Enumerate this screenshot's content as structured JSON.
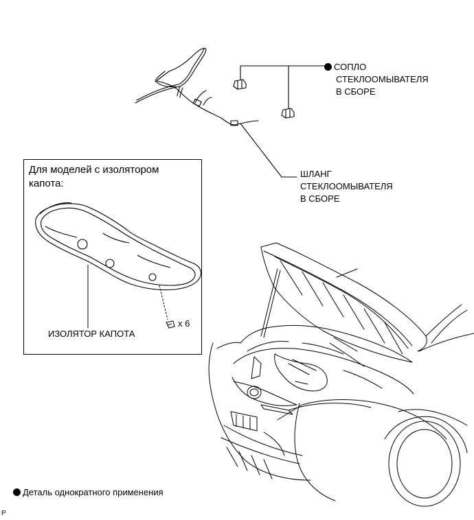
{
  "nozzle_label": [
    "СОПЛО",
    "СТЕКЛООМЫВАТЕЛЯ",
    "В СБОРЕ"
  ],
  "hose_label": [
    "ШЛАНГ",
    "СТЕКЛООМЫВАТЕЛЯ",
    "В СБОРЕ"
  ],
  "inset": {
    "title_line1": "Для моделей с изолятором",
    "title_line2": "капота:",
    "insulator_label": "ИЗОЛЯТОР КАПОТА",
    "clip_count": "x 6"
  },
  "legend_text": "Деталь однократного применения",
  "corner_code": "P"
}
